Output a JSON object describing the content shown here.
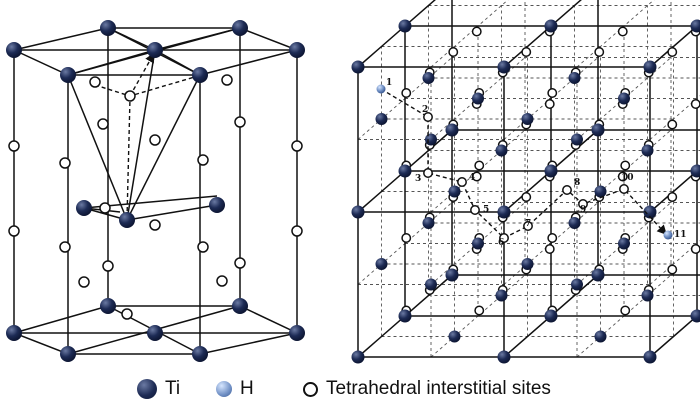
{
  "legend": {
    "ti_label": "Ti",
    "h_label": "H",
    "tetrahedral_label": "Tetrahedral interstitial sites"
  },
  "colors": {
    "ti_fill": "#1d2b55",
    "h_fill": "#6f8fc4",
    "line": "#111111"
  },
  "fcc_path_labels": [
    "1",
    "2",
    "3",
    "4",
    "5",
    "6",
    "7",
    "8",
    "9",
    "10",
    "11"
  ]
}
